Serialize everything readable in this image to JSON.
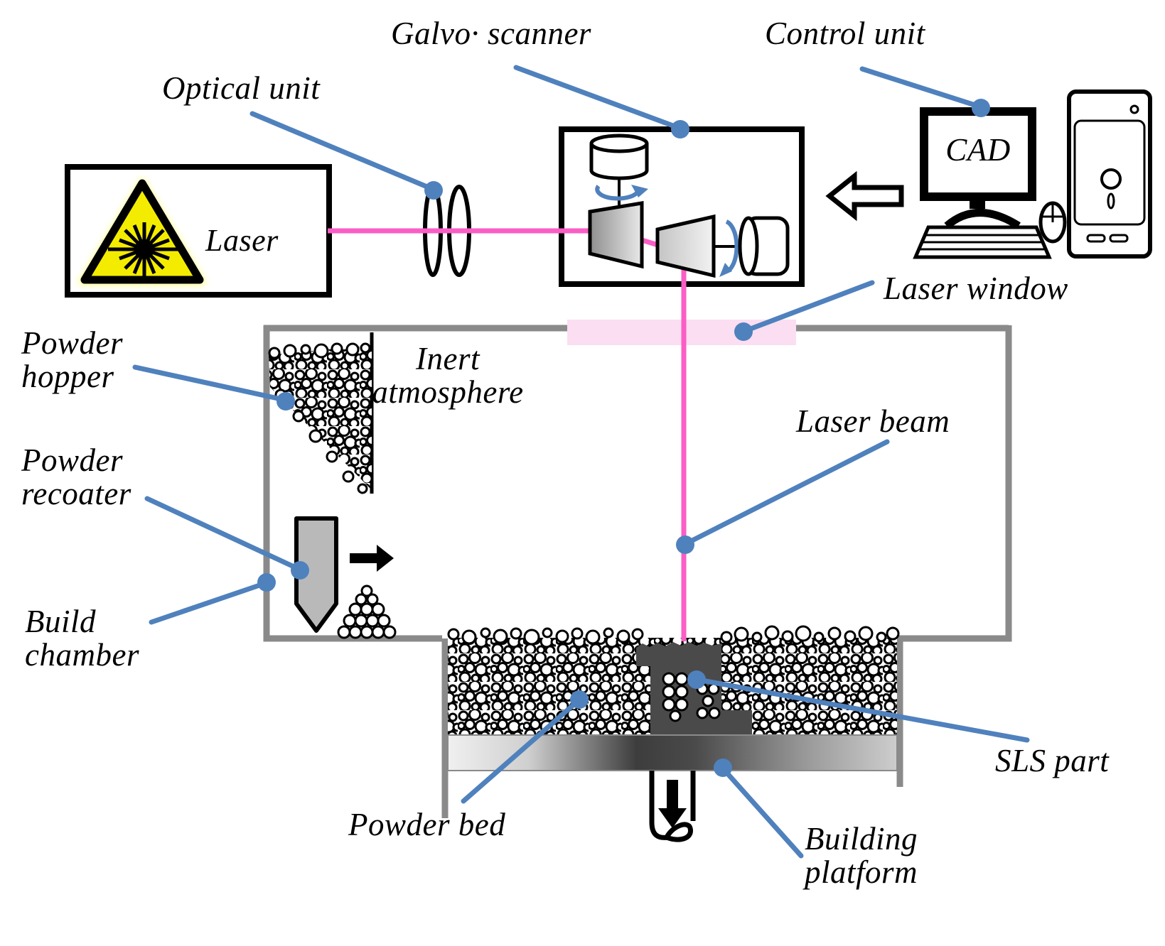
{
  "labels": {
    "galvo_scanner": "Galvo· scanner",
    "control_unit": "Control unit",
    "optical_unit": "Optical unit",
    "laser": "Laser",
    "cad": "CAD",
    "laser_window": "Laser window",
    "inert_atmosphere": "Inert\natmosphere",
    "laser_beam": "Laser beam",
    "powder_hopper": "Powder\nhopper",
    "powder_recoater": "Powder\nrecoater",
    "build_chamber": "Build\nchamber",
    "powder_bed": "Powder bed",
    "sls_part": "SLS part",
    "building_platform": "Building\nplatform"
  },
  "colors": {
    "callout": "#4F81BD",
    "beam": "#FA5EC6",
    "window": "#FBDEF1",
    "wall": "#8A8A8A",
    "part": "#4A4A4A",
    "recoater": "#B9B9B9",
    "warning": "#F4EC00"
  },
  "icons": {
    "laser_warning": "laser-hazard-starburst-triangle",
    "flow_arrow": "left-block-arrow",
    "recoater_direction": "right-arrow",
    "platform_direction": "down-arrow"
  }
}
